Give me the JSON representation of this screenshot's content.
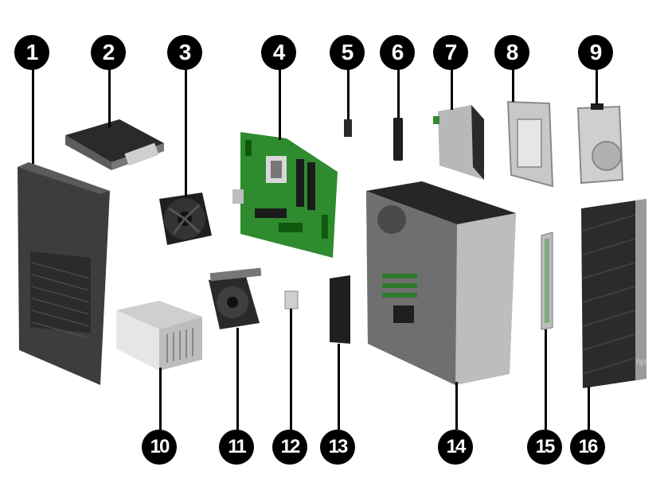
{
  "diagram": {
    "callouts": [
      {
        "id": 1,
        "label": "1"
      },
      {
        "id": 2,
        "label": "2"
      },
      {
        "id": 3,
        "label": "3"
      },
      {
        "id": 4,
        "label": "4"
      },
      {
        "id": 5,
        "label": "5"
      },
      {
        "id": 6,
        "label": "6"
      },
      {
        "id": 7,
        "label": "7"
      },
      {
        "id": 8,
        "label": "8"
      },
      {
        "id": 9,
        "label": "9"
      },
      {
        "id": 10,
        "label": "10"
      },
      {
        "id": 11,
        "label": "11"
      },
      {
        "id": 12,
        "label": "12"
      },
      {
        "id": 13,
        "label": "13"
      },
      {
        "id": 14,
        "label": "14"
      },
      {
        "id": 15,
        "label": "15"
      },
      {
        "id": 16,
        "label": "16"
      }
    ],
    "logo_text": "hp",
    "colors": {
      "callout_bg": "#000000",
      "callout_text": "#ffffff",
      "board_green": "#2e8b2e",
      "chassis_gray": "#8a8a8a",
      "panel_dark": "#3a3a3a"
    }
  }
}
